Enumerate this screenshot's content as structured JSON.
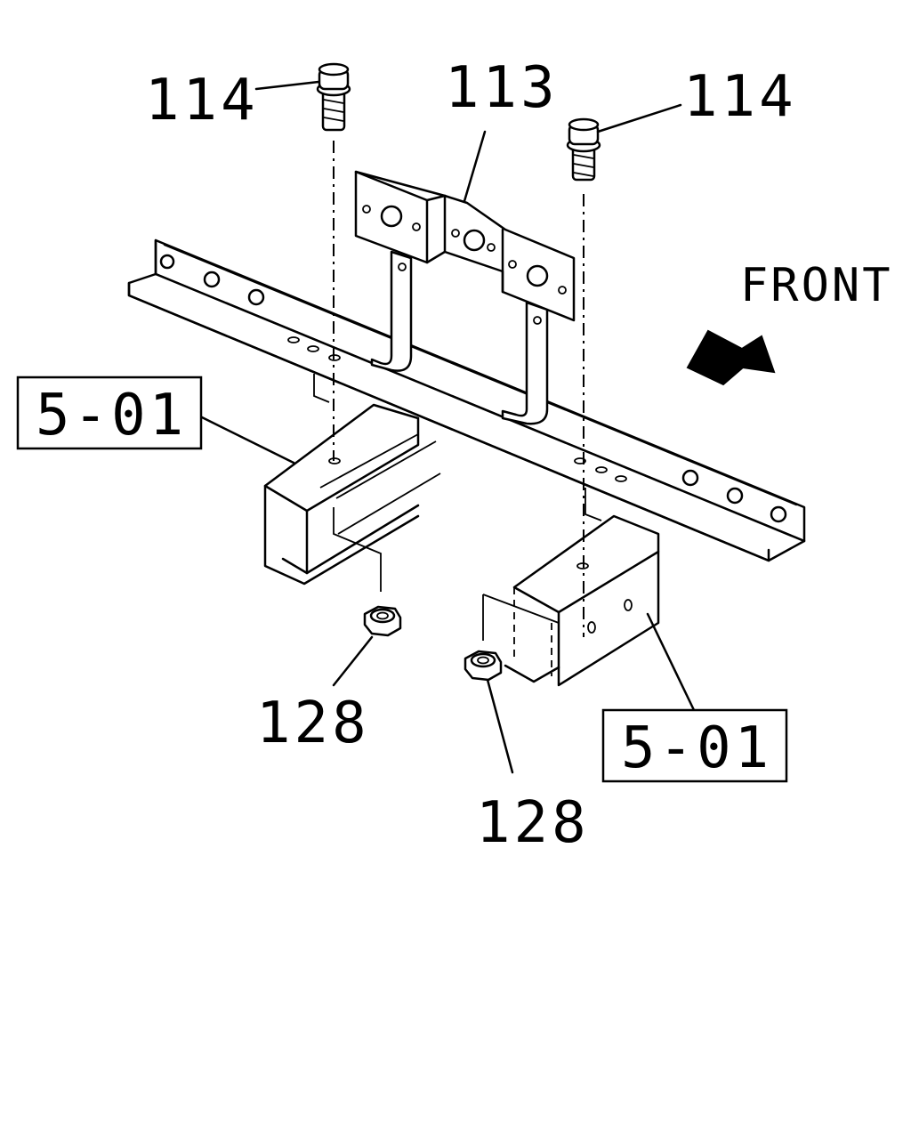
{
  "callouts": {
    "bolt_left": "114",
    "bracket": "113",
    "bolt_right": "114",
    "nut_left": "128",
    "nut_right": "128",
    "ref_left": "5-01",
    "ref_right": "5-01"
  },
  "direction_label": "FRONT"
}
